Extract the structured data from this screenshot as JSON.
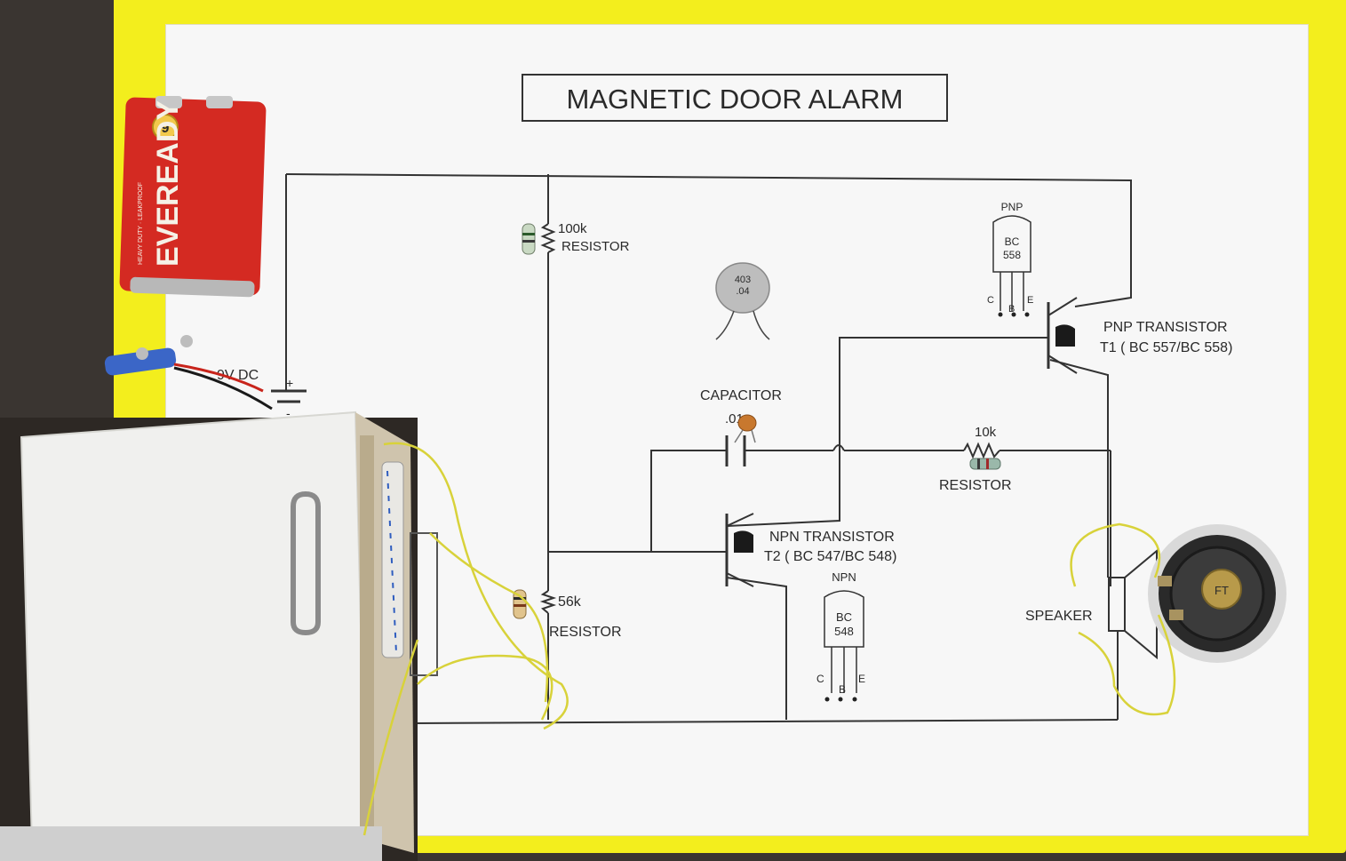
{
  "title": "MAGNETIC DOOR ALARM",
  "power": {
    "label": "9V DC",
    "plus": "+",
    "minus": "-"
  },
  "battery": {
    "brand": "EVEREADY",
    "sub": "HEAVY DUTY · LEAKPROOF",
    "badge": "9"
  },
  "resistors": {
    "r1": {
      "value": "100k",
      "name": "RESISTOR"
    },
    "r2": {
      "value": "56k",
      "name": "RESISTOR"
    },
    "r3": {
      "value": "10k",
      "name": "RESISTOR"
    }
  },
  "capacitor": {
    "name": "CAPACITOR",
    "value": ".01",
    "disc_text_1": "403",
    "disc_text_2": ".04"
  },
  "pnp": {
    "label": "PNP TRANSISTOR",
    "part": "T1 ( BC 557/BC 558)",
    "pin_title": "PNP",
    "body_line1": "BC",
    "body_line2": "558",
    "pin_c": "C",
    "pin_b": "B",
    "pin_e": "E"
  },
  "npn": {
    "label": "NPN TRANSISTOR",
    "part": "T2 ( BC 547/BC 548)",
    "pin_title": "NPN",
    "body_line1": "BC",
    "body_line2": "548",
    "pin_c": "C",
    "pin_b": "B",
    "pin_e": "E"
  },
  "speaker": {
    "label": "SPEAKER",
    "cap_text": "FT"
  },
  "colors": {
    "board": "#f3ee1d",
    "paper": "#f7f7f7",
    "wire": "#333333",
    "battery_red": "#d42a22",
    "jumper_yellow": "#d8d23a"
  }
}
